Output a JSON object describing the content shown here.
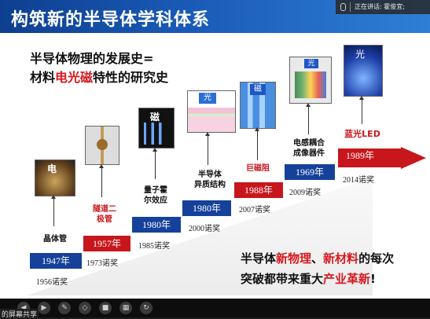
{
  "slide": {
    "title": "构筑新的半导体学科体系",
    "headline_line1": "半导体物理的发展史=",
    "headline_line2_pre": "材料",
    "headline_line2_red": "电光磁",
    "headline_line2_post": "特性的研究史",
    "bottom_line1_a": "半导体",
    "bottom_line1_b": "新物理",
    "bottom_line1_c": "、",
    "bottom_line1_d": "新材料",
    "bottom_line1_e": "的每次",
    "bottom_line2_a": "突破都带来重大",
    "bottom_line2_b": "产业革新",
    "bottom_line2_c": "!"
  },
  "milestones": [
    {
      "label": "晶体管",
      "year": "1947年",
      "prize": "1956诺奖",
      "image_glyph": "电",
      "year_color": "blue"
    },
    {
      "label": "隧道二\n极管",
      "year": "1957年",
      "prize": "1973诺奖",
      "year_color": "red"
    },
    {
      "label": "量子霍\n尔效应",
      "year": "1980年",
      "prize": "1985诺奖",
      "image_glyph": "磁",
      "year_color": "blue"
    },
    {
      "label": "半导体\n异质结构",
      "year": "1980年",
      "prize": "2000诺奖",
      "image_glyph": "光",
      "year_color": "blue"
    },
    {
      "label": "巨磁阻",
      "year": "1988年",
      "prize": "2007诺奖",
      "image_glyph": "磁",
      "year_color": "red"
    },
    {
      "label": "电感耦合\n成像器件",
      "year": "1969年",
      "prize": "2009诺奖",
      "image_glyph": "光",
      "year_color": "blue"
    },
    {
      "label": "蓝光LED",
      "year": "1989年",
      "prize": "2014诺奖",
      "image_glyph": "光",
      "year_color": "red"
    }
  ],
  "speaker_status": "正在讲话: 霍俊宜;",
  "screen_share_label": "的屏幕共享",
  "toolbar_icons": [
    "back-icon",
    "forward-icon",
    "pen-icon",
    "eraser-icon",
    "video-icon",
    "grid-icon",
    "loop-icon"
  ],
  "colors": {
    "title_blue": "#1a5bb8",
    "year_blue": "#16419a",
    "year_red": "#c8161d",
    "accent_red": "#d7191f"
  }
}
